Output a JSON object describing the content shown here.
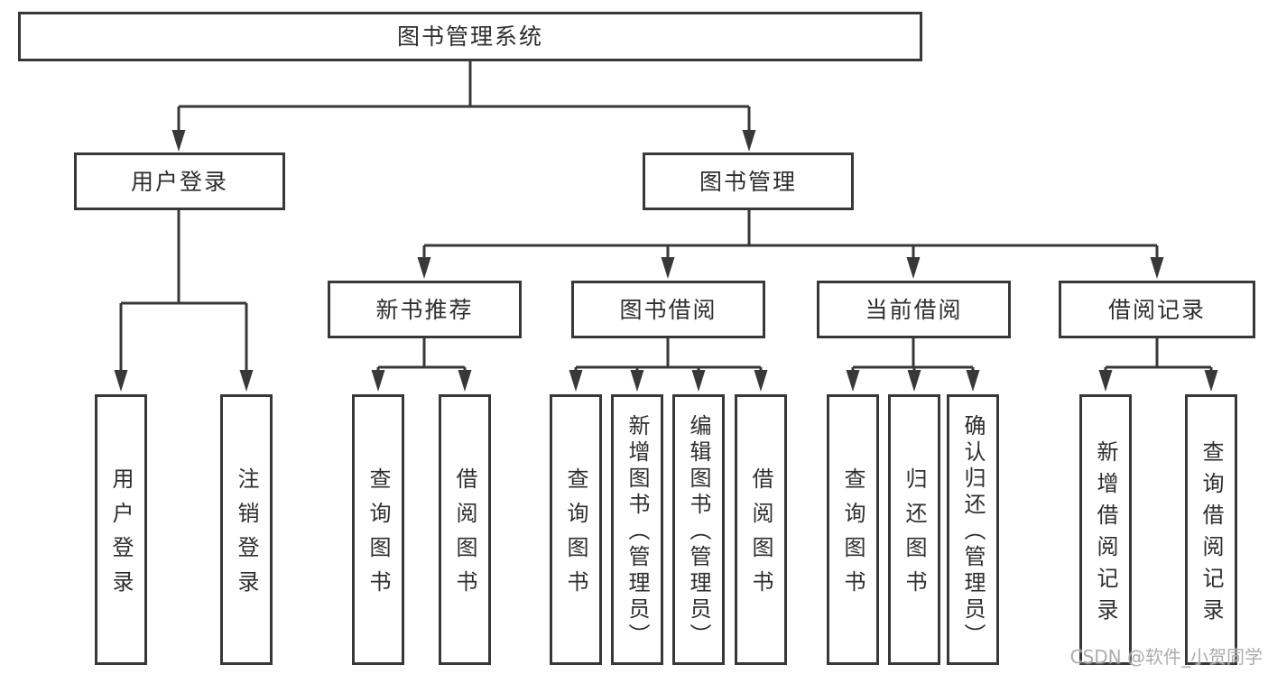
{
  "watermark": "CSDN @软件_小贺同学",
  "colors": {
    "line": "#383838",
    "text": "#2e2e2e",
    "background": "#ffffff",
    "watermark": "#a8a8a8"
  },
  "tree": {
    "label": "图书管理系统",
    "children": [
      {
        "label": "用户登录",
        "children": [
          {
            "label": "用户登录"
          },
          {
            "label": "注销登录"
          }
        ]
      },
      {
        "label": "图书管理",
        "children": [
          {
            "label": "新书推荐",
            "children": [
              {
                "label": "查询图书"
              },
              {
                "label": "借阅图书"
              }
            ]
          },
          {
            "label": "图书借阅",
            "children": [
              {
                "label": "查询图书"
              },
              {
                "label": "新增图书（管理员）"
              },
              {
                "label": "编辑图书（管理员）"
              },
              {
                "label": "借阅图书"
              }
            ]
          },
          {
            "label": "当前借阅",
            "children": [
              {
                "label": "查询图书"
              },
              {
                "label": "归还图书"
              },
              {
                "label": "确认归还（管理员）"
              }
            ]
          },
          {
            "label": "借阅记录",
            "children": [
              {
                "label": "新增借阅记录"
              },
              {
                "label": "查询借阅记录"
              }
            ]
          }
        ]
      }
    ]
  }
}
